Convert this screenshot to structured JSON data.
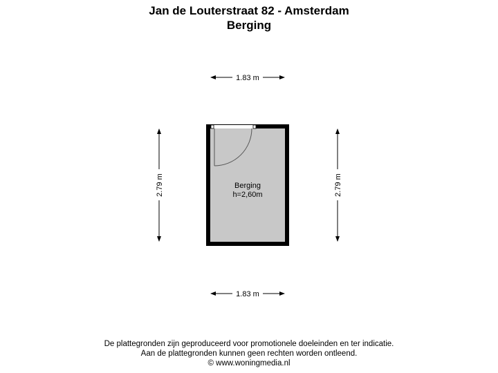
{
  "header": {
    "address": "Jan de Louterstraat 82 - Amsterdam",
    "floor": "Berging"
  },
  "plan": {
    "room_name": "Berging",
    "room_height": "h=2,60m",
    "dim_top": "1.83 m",
    "dim_bottom": "1.83 m",
    "dim_left": "2.79 m",
    "dim_right": "2.79 m",
    "colors": {
      "wall": "#000000",
      "floor": "#c8c8c8",
      "arc": "#555555"
    }
  },
  "footer": {
    "line1": "De plattegronden zijn geproduceerd voor promotionele doeleinden en ter indicatie.",
    "line2": "Aan de plattegronden kunnen geen rechten worden ontleend.",
    "line3": "© www.woningmedia.nl"
  }
}
